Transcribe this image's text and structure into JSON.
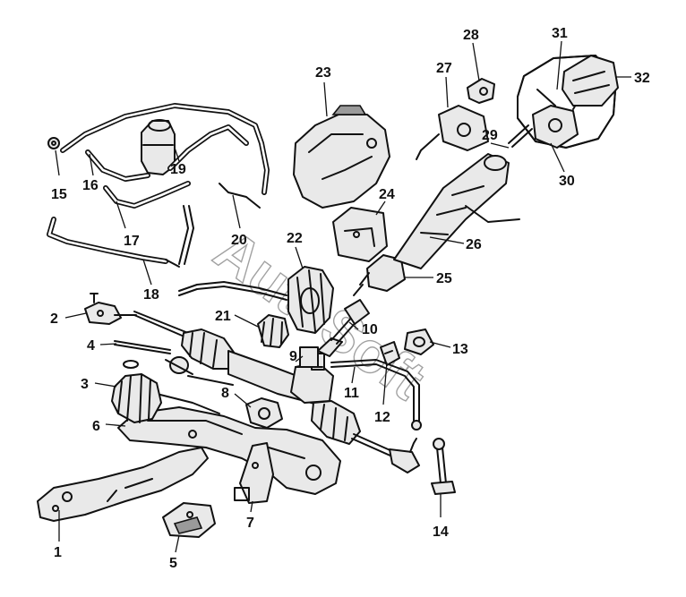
{
  "watermark": "AutoSoft",
  "callouts": [
    {
      "id": "1",
      "label": "1"
    },
    {
      "id": "2",
      "label": "2"
    },
    {
      "id": "3",
      "label": "3"
    },
    {
      "id": "4",
      "label": "4"
    },
    {
      "id": "5",
      "label": "5"
    },
    {
      "id": "6",
      "label": "6"
    },
    {
      "id": "7",
      "label": "7"
    },
    {
      "id": "8",
      "label": "8"
    },
    {
      "id": "9",
      "label": "9"
    },
    {
      "id": "10",
      "label": "10"
    },
    {
      "id": "11",
      "label": "11"
    },
    {
      "id": "12",
      "label": "12"
    },
    {
      "id": "13",
      "label": "13"
    },
    {
      "id": "14",
      "label": "14"
    },
    {
      "id": "15",
      "label": "15"
    },
    {
      "id": "16",
      "label": "16"
    },
    {
      "id": "17",
      "label": "17"
    },
    {
      "id": "18",
      "label": "18"
    },
    {
      "id": "19",
      "label": "19"
    },
    {
      "id": "20",
      "label": "20"
    },
    {
      "id": "21",
      "label": "21"
    },
    {
      "id": "22",
      "label": "22"
    },
    {
      "id": "23",
      "label": "23"
    },
    {
      "id": "24",
      "label": "24"
    },
    {
      "id": "25",
      "label": "25"
    },
    {
      "id": "26",
      "label": "26"
    },
    {
      "id": "27",
      "label": "27"
    },
    {
      "id": "28",
      "label": "28"
    },
    {
      "id": "29",
      "label": "29"
    },
    {
      "id": "30",
      "label": "30"
    },
    {
      "id": "31",
      "label": "31"
    },
    {
      "id": "32",
      "label": "32"
    }
  ]
}
